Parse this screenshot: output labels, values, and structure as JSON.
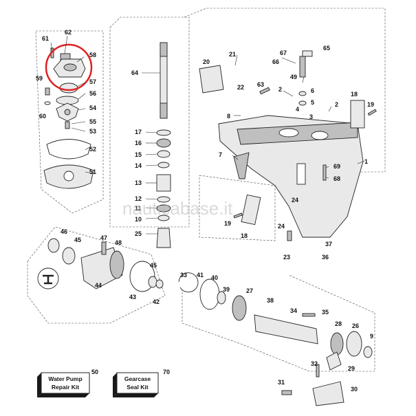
{
  "callouts": {
    "c1": "1",
    "c2a": "2",
    "c2b": "2",
    "c3": "3",
    "c4": "4",
    "c5": "5",
    "c6": "6",
    "c7": "7",
    "c8": "8",
    "c9": "9",
    "c10": "10",
    "c11": "11",
    "c12": "12",
    "c13": "13",
    "c14": "14",
    "c15": "15",
    "c16": "16",
    "c17": "17",
    "c18a": "18",
    "c18b": "18",
    "c19a": "19",
    "c19b": "19",
    "c20": "20",
    "c21": "21",
    "c22": "22",
    "c23": "23",
    "c24a": "24",
    "c24b": "24",
    "c25": "25",
    "c26": "26",
    "c27": "27",
    "c28": "28",
    "c29": "29",
    "c30": "30",
    "c31": "31",
    "c32": "32",
    "c33": "33",
    "c34": "34",
    "c35": "35",
    "c36": "36",
    "c37": "37",
    "c38": "38",
    "c39": "39",
    "c40": "40",
    "c41": "41",
    "c42": "42",
    "c43": "43",
    "c44": "44",
    "c45a": "45",
    "c45b": "45",
    "c46": "46",
    "c47": "47",
    "c48": "48",
    "c49": "49",
    "c50": "50",
    "c51": "51",
    "c52": "52",
    "c53": "53",
    "c54": "54",
    "c55": "55",
    "c56": "56",
    "c57": "57",
    "c58": "58",
    "c59": "59",
    "c60": "60",
    "c61": "61",
    "c62": "62",
    "c63": "63",
    "c64": "64",
    "c65": "65",
    "c66": "66",
    "c67": "67",
    "c68": "68",
    "c69": "69",
    "c70": "70"
  },
  "kits": {
    "water_pump_line1": "Water Pump",
    "water_pump_line2": "Repair Kit",
    "gearcase_line1": "Gearcase",
    "gearcase_line2": "Seal Kit"
  },
  "watermark": "nauticabase.it",
  "colors": {
    "highlight": "#e02020",
    "ink": "#222222",
    "part_fill": "#e9e9e9"
  }
}
